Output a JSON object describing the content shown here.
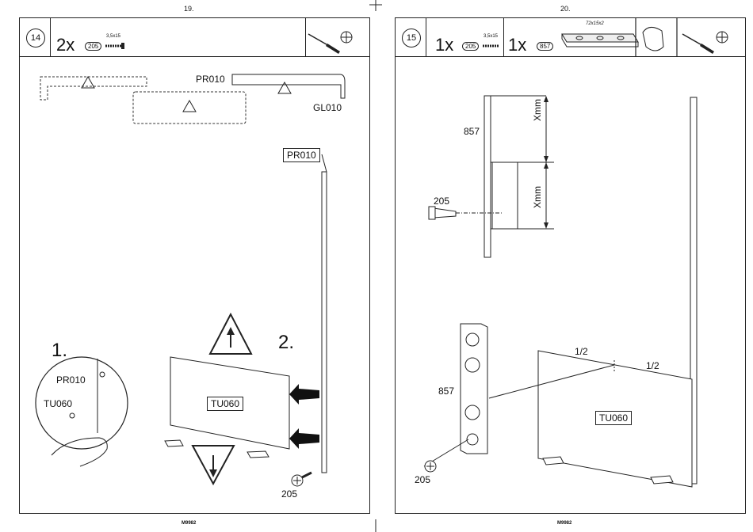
{
  "left_page": {
    "page_number": "19.",
    "footer": "M9982",
    "step_number": "14",
    "quantity": "2x",
    "part_code": "205",
    "screw_size": "3,5x15",
    "labels": {
      "pr010_top": "PR010",
      "gl010": "GL010",
      "pr010_box": "PR010",
      "step1": "1.",
      "step2": "2.",
      "pr010_circle": "PR010",
      "tu060_circle": "TU060",
      "tu060_panel": "TU060",
      "screw_205": "205"
    }
  },
  "right_page": {
    "page_number": "20.",
    "footer": "M9982",
    "step_number": "15",
    "quantity_a": "1x",
    "part_code_a": "205",
    "screw_size": "3,5x15",
    "quantity_b": "1x",
    "part_code_b": "857",
    "plate_size": "72x15x2",
    "labels": {
      "n857_top": "857",
      "xmm_1": "Xmm",
      "xmm_2": "Xmm",
      "screw_205_top": "205",
      "half_1": "1/2",
      "half_2": "1/2",
      "n857_plate": "857",
      "tu060_panel": "TU060",
      "screw_205_bottom": "205"
    }
  }
}
